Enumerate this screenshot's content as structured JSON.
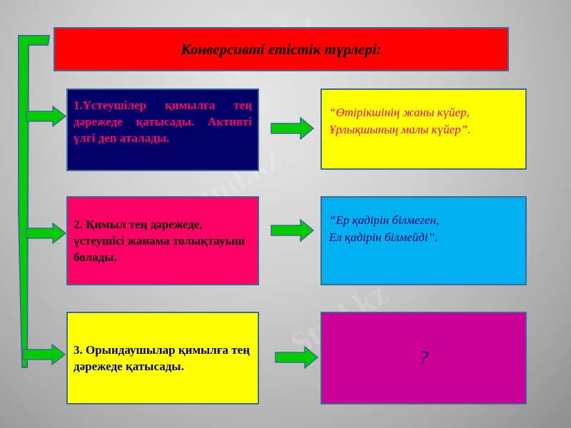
{
  "slide": {
    "title": "Конверсивті етістік түрлері:",
    "colors": {
      "title_bg": "#ff0000",
      "box1_bg": "#000066",
      "box1_text": "#ff0066",
      "box2_bg": "#ff0066",
      "box2_text": "#000000",
      "box3_bg": "#ffff00",
      "box3_text": "#000066",
      "example1_bg": "#ffff00",
      "example1_text": "#ff0066",
      "example2_bg": "#00b0f0",
      "example2_text": "#000066",
      "example3_bg": "#cc0099",
      "example3_text": "#000066",
      "arrow_fill": "#00cc00",
      "border": "#3e6a96"
    },
    "types": [
      {
        "text": "1.Үстеушілер қимылға тең дәрежеде қатысады. Активті үлгі деп аталады."
      },
      {
        "text": "2. Қимыл тең дәрежеде, үстеушісі жанама толықтауыш болады."
      },
      {
        "text": "3. Орындаушылар қимылға тең дәрежеде қатысады."
      }
    ],
    "examples": [
      {
        "line1": "“Өтірікшінің жаны күйер,",
        "line2": "Ұрлықшының  малы күйер”."
      },
      {
        "line1": "“Ер қадірін білмеген,",
        "line2": "Ел қадірін білмейді”."
      },
      {
        "line1": "?"
      }
    ],
    "icons": {
      "connector": "bracket-arrow-icon",
      "arrow": "right-arrow-icon"
    },
    "watermark": "Stud.kz"
  }
}
